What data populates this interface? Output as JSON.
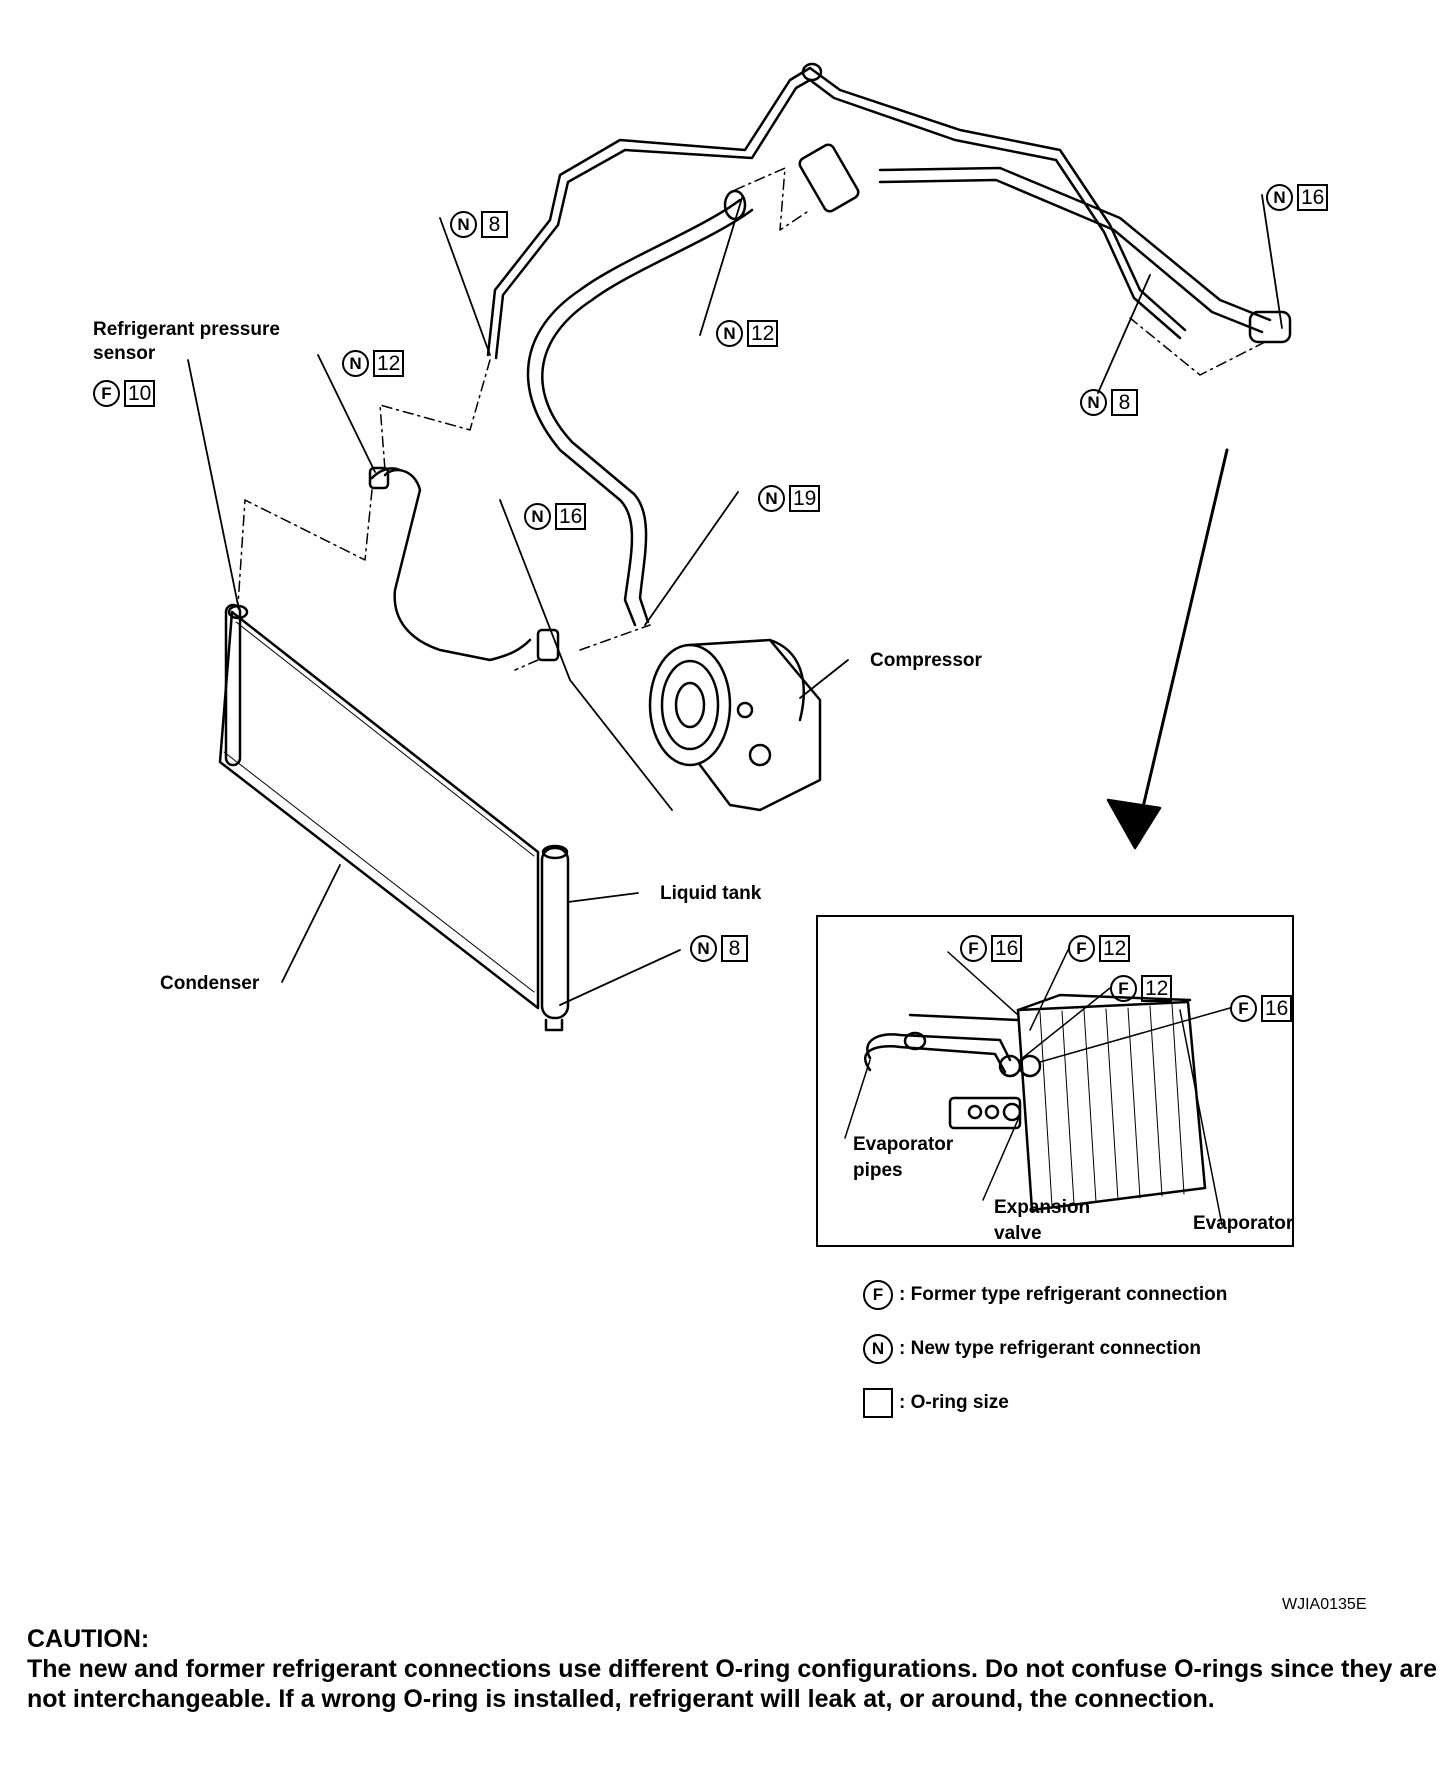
{
  "labels": {
    "pressure_sensor": "Refrigerant pressure\nsensor",
    "compressor": "Compressor",
    "liquid_tank": "Liquid tank",
    "condenser": "Condenser",
    "evaporator_pipes": "Evaporator\npipes",
    "expansion_valve": "Expansion\nvalve",
    "evaporator": "Evaporator"
  },
  "connections": [
    {
      "type": "F",
      "size": "10"
    },
    {
      "type": "N",
      "size": "12"
    },
    {
      "type": "N",
      "size": "8"
    },
    {
      "type": "N",
      "size": "12"
    },
    {
      "type": "N",
      "size": "16"
    },
    {
      "type": "N",
      "size": "19"
    },
    {
      "type": "N",
      "size": "16"
    },
    {
      "type": "N",
      "size": "8"
    },
    {
      "type": "N",
      "size": "8"
    }
  ],
  "inset_connections": [
    {
      "type": "F",
      "size": "16"
    },
    {
      "type": "F",
      "size": "12"
    },
    {
      "type": "F",
      "size": "12"
    },
    {
      "type": "F",
      "size": "16"
    }
  ],
  "legend": [
    {
      "symbol": "F",
      "text": ": Former type refrigerant connection"
    },
    {
      "symbol": "N",
      "text": ": New type refrigerant connection"
    },
    {
      "symbol": "",
      "text": ": O-ring size"
    }
  ],
  "figure_code": "WJIA0135E",
  "caution": {
    "heading": "CAUTION:",
    "text": "The new and former refrigerant connections use different O-ring configurations. Do not confuse O-rings since they are not interchangeable. If a wrong O-ring is installed, refrigerant will leak at, or around, the connection."
  }
}
